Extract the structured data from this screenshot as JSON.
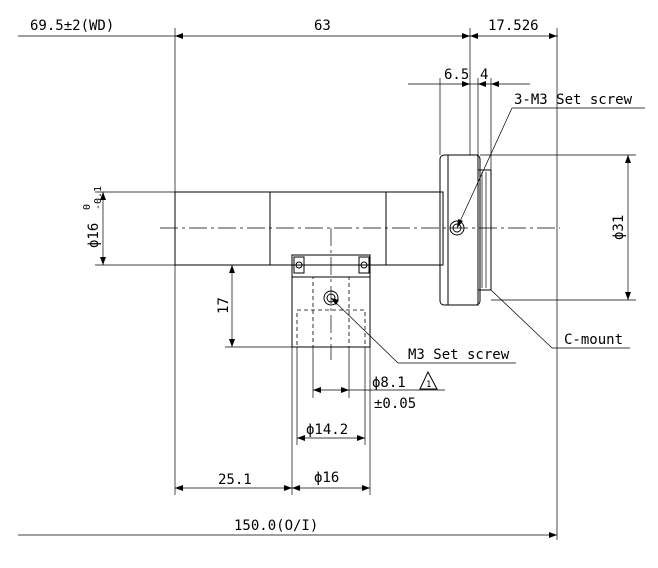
{
  "dimensions": {
    "working_distance": "69.5±2(WD)",
    "body_length": "63",
    "flange_offset": "17.526",
    "dim_6_5": "6.5",
    "dim_4": "4",
    "screw_3m3": "3-M3 Set screw",
    "phi16_tube": "ϕ16",
    "tol_upper": "0",
    "tol_lower": "-0.1",
    "phi31": "ϕ31",
    "height17": "17",
    "m3_screw": "M3 Set screw",
    "cmount": "C-mount",
    "phi8_1": "ϕ8.1",
    "tol_005": "±0.05",
    "phi14_2": "ϕ14.2",
    "offset25_1": "25.1",
    "phi16_port": "ϕ16",
    "oi_length": "150.0(O/I)",
    "revision_mark": "1"
  }
}
